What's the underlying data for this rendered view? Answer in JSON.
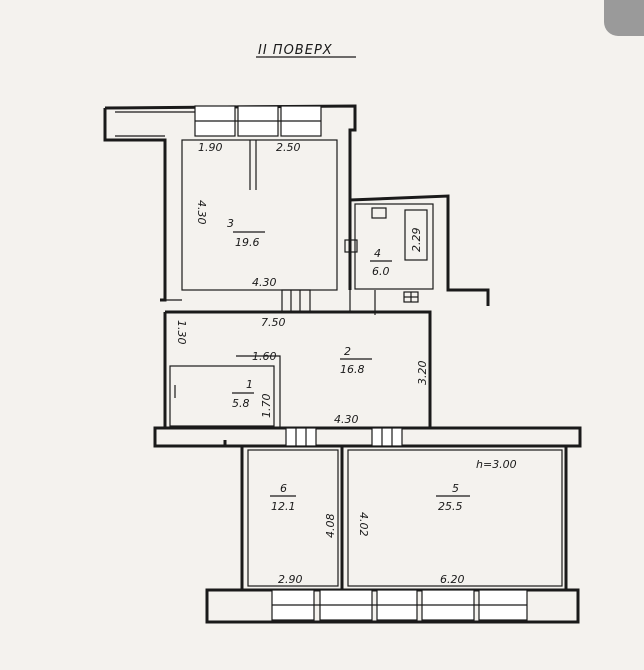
{
  "title": "II ПОВЕРХ",
  "ceiling_height": "h=3.00",
  "rooms": [
    {
      "id": "room-3",
      "number": "3",
      "area": "19.6"
    },
    {
      "id": "room-4",
      "number": "4",
      "area": "6.0"
    },
    {
      "id": "room-2",
      "number": "2",
      "area": "16.8"
    },
    {
      "id": "room-1",
      "number": "1",
      "area": "5.8"
    },
    {
      "id": "room-6",
      "number": "6",
      "area": "12.1"
    },
    {
      "id": "room-5",
      "number": "5",
      "area": "25.5"
    }
  ],
  "dimensions": {
    "room3_top_left": "1.90",
    "room3_top_right": "2.50",
    "room3_left": "4.30",
    "room3_bottom": "4.30",
    "room4_right": "2.29",
    "corridor_top": "7.50",
    "corridor_left": "1.30",
    "room2_right": "3.20",
    "room2_bottom": "4.30",
    "room1_top": "1.60",
    "room1_right": "1.70",
    "room6_right": "4.08",
    "room5_left": "4.02",
    "room6_bottom": "2.90",
    "room5_bottom": "6.20"
  }
}
